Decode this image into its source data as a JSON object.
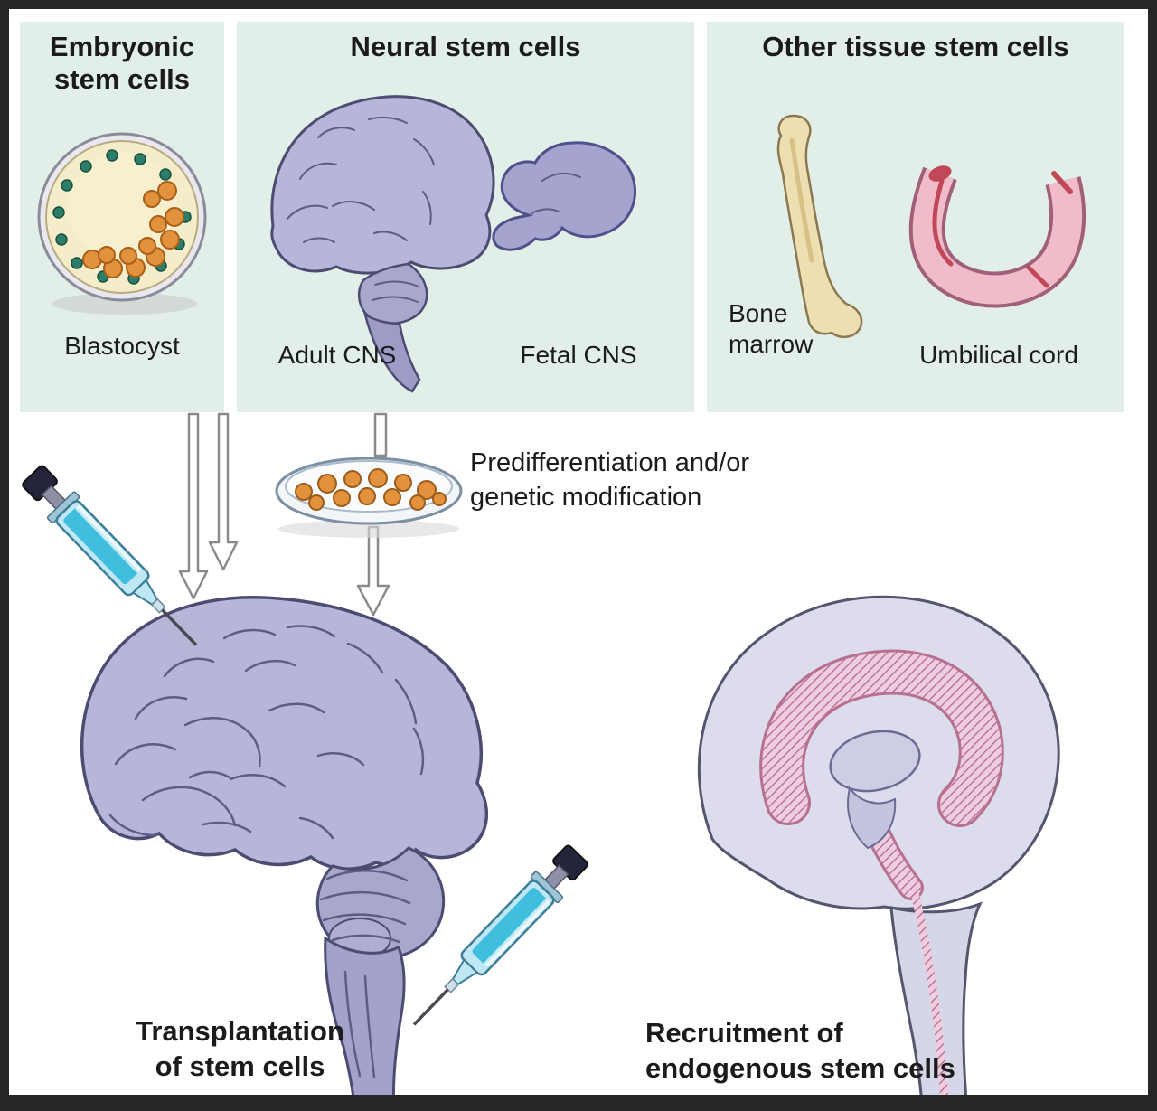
{
  "panels": [
    {
      "title": "Embryonic stem cells",
      "caption": "Blastocyst"
    },
    {
      "title": "Neural stem cells",
      "caption_left": "Adult CNS",
      "caption_right": "Fetal CNS"
    },
    {
      "title": "Other tissue stem cells",
      "caption_left": "Bone marrow",
      "caption_right": "Umbilical cord"
    }
  ],
  "process": {
    "label": "Predifferentiation and/or genetic modification"
  },
  "outcomes": {
    "transplantation": "Transplantation of stem cells",
    "recruitment": "Recruitment of endogenous stem cells"
  },
  "colors": {
    "frame": "#262626",
    "panel_background": "#e2efe8",
    "brain_purple": "#b6b6d8",
    "brain_outline": "#4c4c72",
    "cell_orange": "#e2913c",
    "syringe_cyan": "#3fbede",
    "cord_pink": "#f1bcca",
    "hatch_pink": "#eecede",
    "bone_cream": "#eedfb2"
  },
  "illustrations": [
    "blastocyst-illustration",
    "adult-cns-brain-illustration",
    "fetal-cns-illustration",
    "bone-illustration",
    "umbilical-cord-illustration",
    "petri-dish-illustration",
    "syringe-illustration",
    "transplant-brain-illustration",
    "sagittal-head-illustration",
    "flow-arrow"
  ]
}
